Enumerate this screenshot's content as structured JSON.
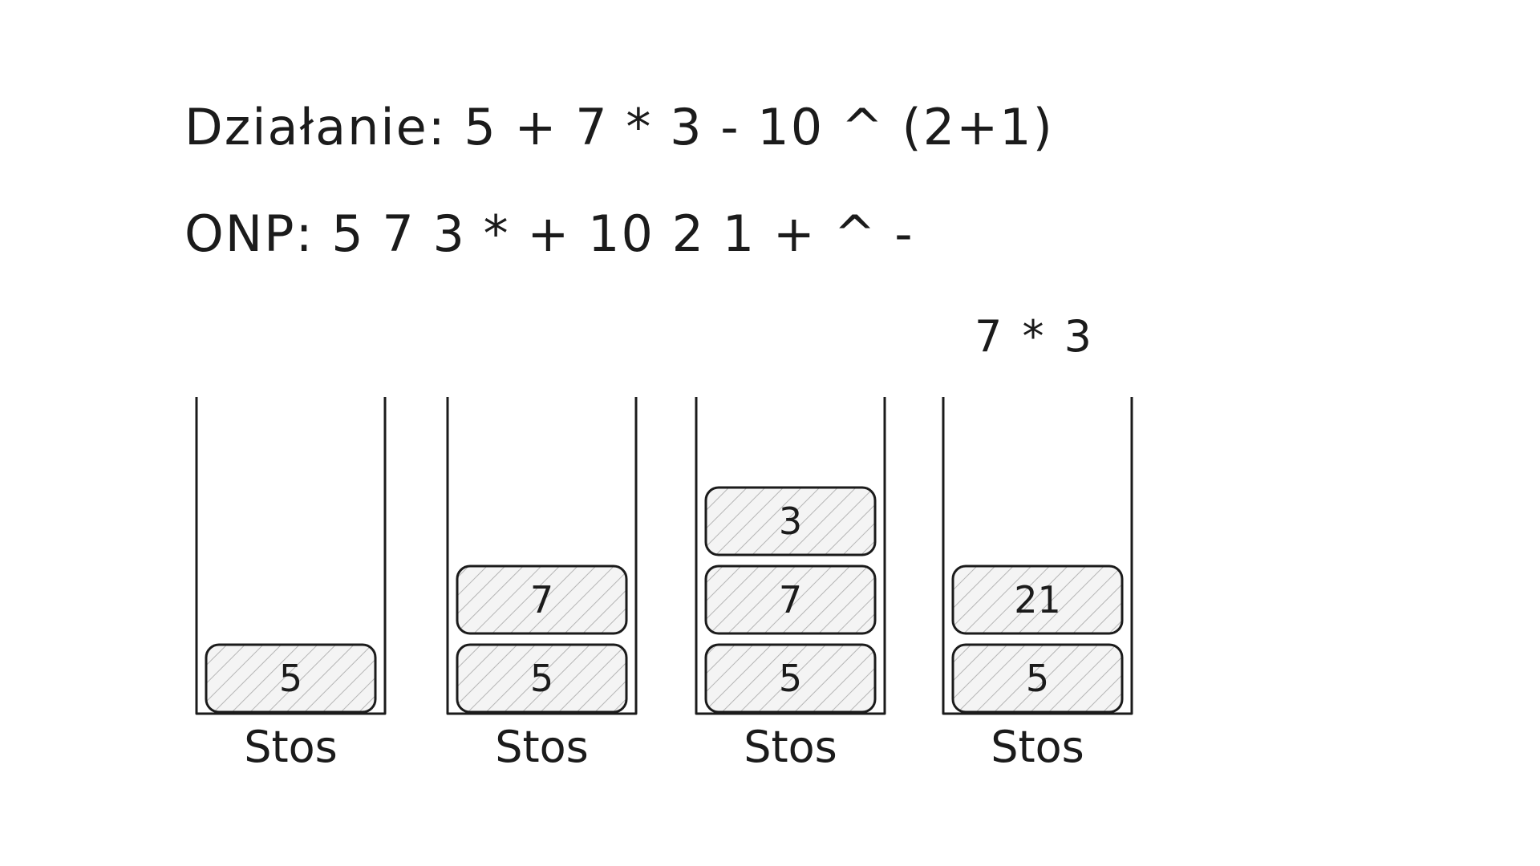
{
  "expression": {
    "label": "Działanie:",
    "value": "5 + 7 * 3 - 10 ^ (2+1)"
  },
  "onp": {
    "label": "ONP:",
    "value": "5 7 3 * + 10 2 1 + ^ -"
  },
  "operation_label": "7 * 3",
  "stacks": [
    {
      "label": "Stos",
      "items": [
        "5"
      ]
    },
    {
      "label": "Stos",
      "items": [
        "5",
        "7"
      ]
    },
    {
      "label": "Stos",
      "items": [
        "5",
        "7",
        "3"
      ]
    },
    {
      "label": "Stos",
      "items": [
        "5",
        "21"
      ]
    }
  ],
  "colors": {
    "stroke": "#1b1b1b",
    "item_fill": "#eeeeee",
    "hatch": "#b5b5b5"
  }
}
